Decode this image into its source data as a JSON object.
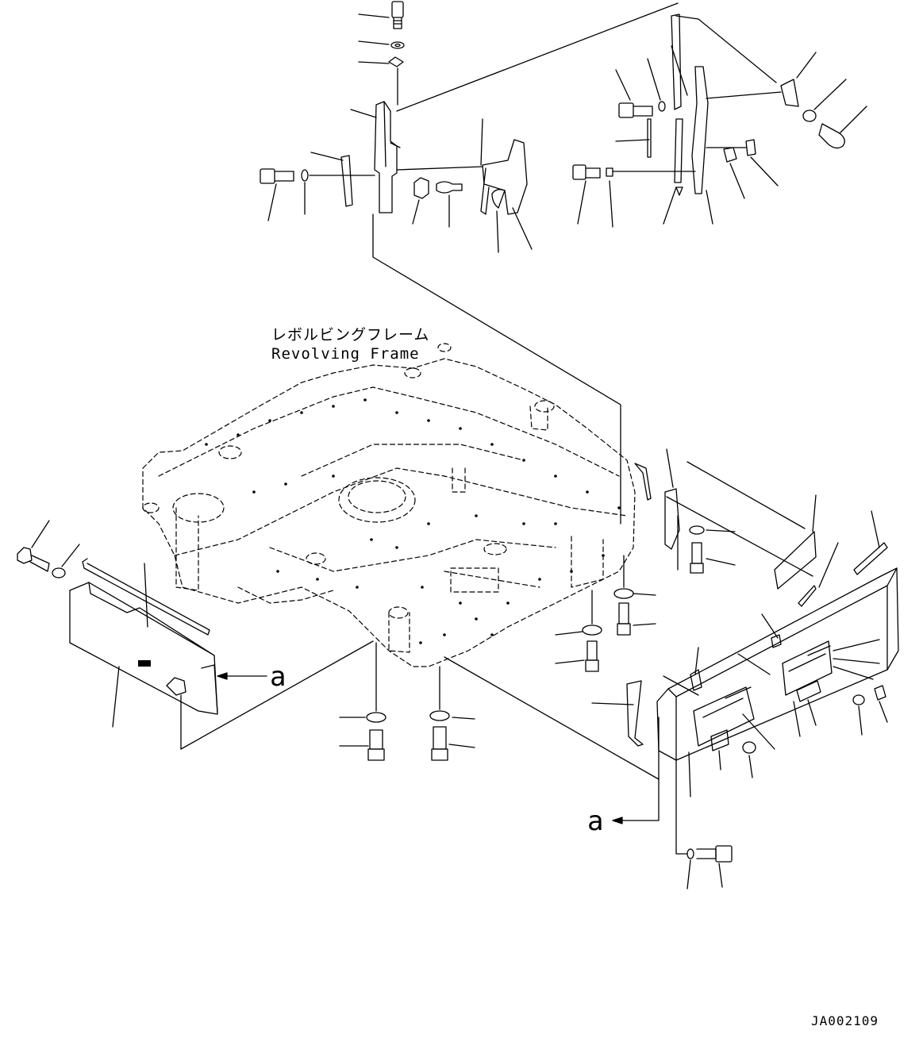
{
  "labels": {
    "frame_jp": "レボルビングフレーム",
    "frame_en": "Revolving Frame",
    "marker_left": "a",
    "marker_bottom": "a",
    "drawing_number": "JA002109"
  }
}
